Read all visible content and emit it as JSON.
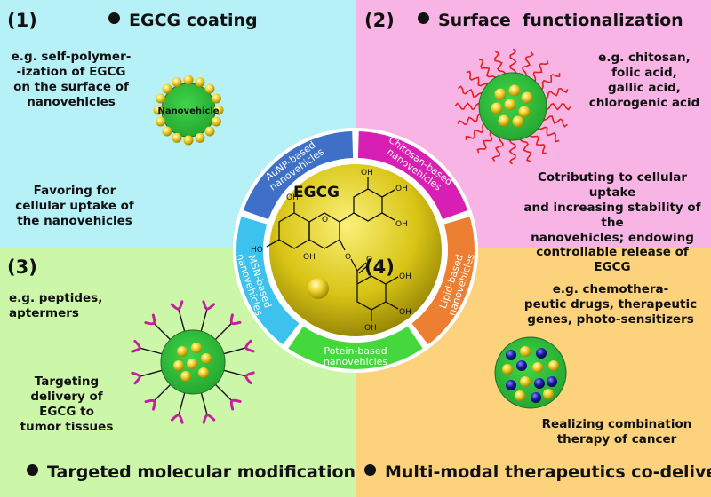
{
  "panels": [
    {
      "number": "(1)",
      "heading": "EGCG coating",
      "example": [
        "e.g. self-polymer-",
        "-ization of EGCG",
        "on the surface of",
        "nanovehicles"
      ],
      "particle_label": "Nanovehicle",
      "benefit": [
        "Favoring for",
        "cellular uptake of",
        "the nanovehicles"
      ]
    },
    {
      "number": "(2)",
      "heading": "Surface  functionalization",
      "example": [
        "e.g. chitosan,",
        "folic acid,",
        "gallic acid,",
        "chlorogenic acid"
      ],
      "benefit": [
        "Cotributing to cellular uptake",
        "and increasing stability of the",
        "nanovehicles; endowing",
        "controllable release of EGCG"
      ]
    },
    {
      "number": "(3)",
      "heading": "Targeted molecular modification",
      "example": [
        "e.g. peptides,",
        "aptermers"
      ],
      "benefit": [
        "Targeting",
        "delivery of",
        "EGCG to",
        "tumor tissues"
      ]
    },
    {
      "number": "(4)",
      "heading": "Multi-modal therapeutics co-delivery",
      "example": [
        "e.g. chemothera-",
        "peutic drugs, therapeutic",
        "genes, photo-sensitizers"
      ],
      "benefit": [
        "Realizing combination",
        "therapy of cancer"
      ]
    }
  ],
  "center": {
    "title": "EGCG",
    "segments": [
      {
        "line1": "AuNP-based",
        "line2": "nanovehicles",
        "color": "#3d70c6"
      },
      {
        "line1": "Chitosan-based",
        "line2": "nanovehicles",
        "color": "#d81fb4"
      },
      {
        "line1": "Lipid-based",
        "line2": "nanovehicles",
        "color": "#ec7f32"
      },
      {
        "line1": "Potein-based",
        "line2": "nanovehicles",
        "color": "#45d83c"
      },
      {
        "line1": "MSN-based",
        "line2": "nanovehicles",
        "color": "#3cc2ec"
      }
    ],
    "molecule_labels": [
      "OH",
      "OH",
      "OH",
      "OH",
      "OH",
      "OH",
      "OH",
      "OH",
      "HO",
      "O",
      "O",
      "O"
    ]
  },
  "colors": {
    "q1_bg": "#b5f1f7",
    "q2_bg": "#f7b4e4",
    "q3_bg": "#cdf7a8",
    "q4_bg": "#fcd27c",
    "particle_green": "#2fbf3c",
    "gold": "#e6c619",
    "ligand_red": "#e02121",
    "ligand_magenta": "#c41fa0",
    "drug_blue": "#1a1a9e"
  }
}
